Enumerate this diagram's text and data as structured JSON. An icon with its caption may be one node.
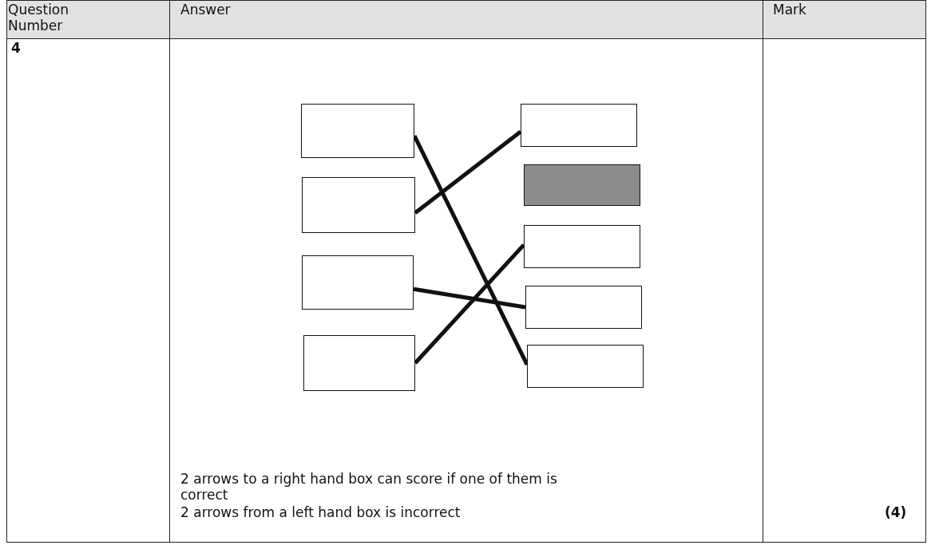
{
  "diagram": {
    "nodes": [
      {
        "text": [],
        "shape": "box"
      },
      {
        "text": [],
        "shape": "box"
      },
      {
        "text": [],
        "shape": "box"
      },
      {
        "text": [],
        "shape": "box"
      },
      {
        "text": [],
        "shape": "box"
      },
      {
        "text": [],
        "shape": "block"
      },
      {
        "text": [],
        "shape": "box"
      },
      {
        "text": [],
        "shape": "box"
      },
      {
        "text": [],
        "shape": "box"
      }
    ],
    "edges": [
      {
        "from": 0,
        "to": 8,
        "arrow": "none"
      },
      {
        "from": 1,
        "to": 4,
        "arrow": "none"
      },
      {
        "from": 2,
        "to": 7,
        "arrow": "none"
      },
      {
        "from": 3,
        "to": 6,
        "arrow": "none"
      }
    ],
    "labels": [
      "Question Number",
      "Answer",
      "Mark",
      "4",
      "2 arrows to a right hand box can score if one of them is correct",
      "2 arrows from a left hand box is incorrect",
      "(4)"
    ]
  }
}
